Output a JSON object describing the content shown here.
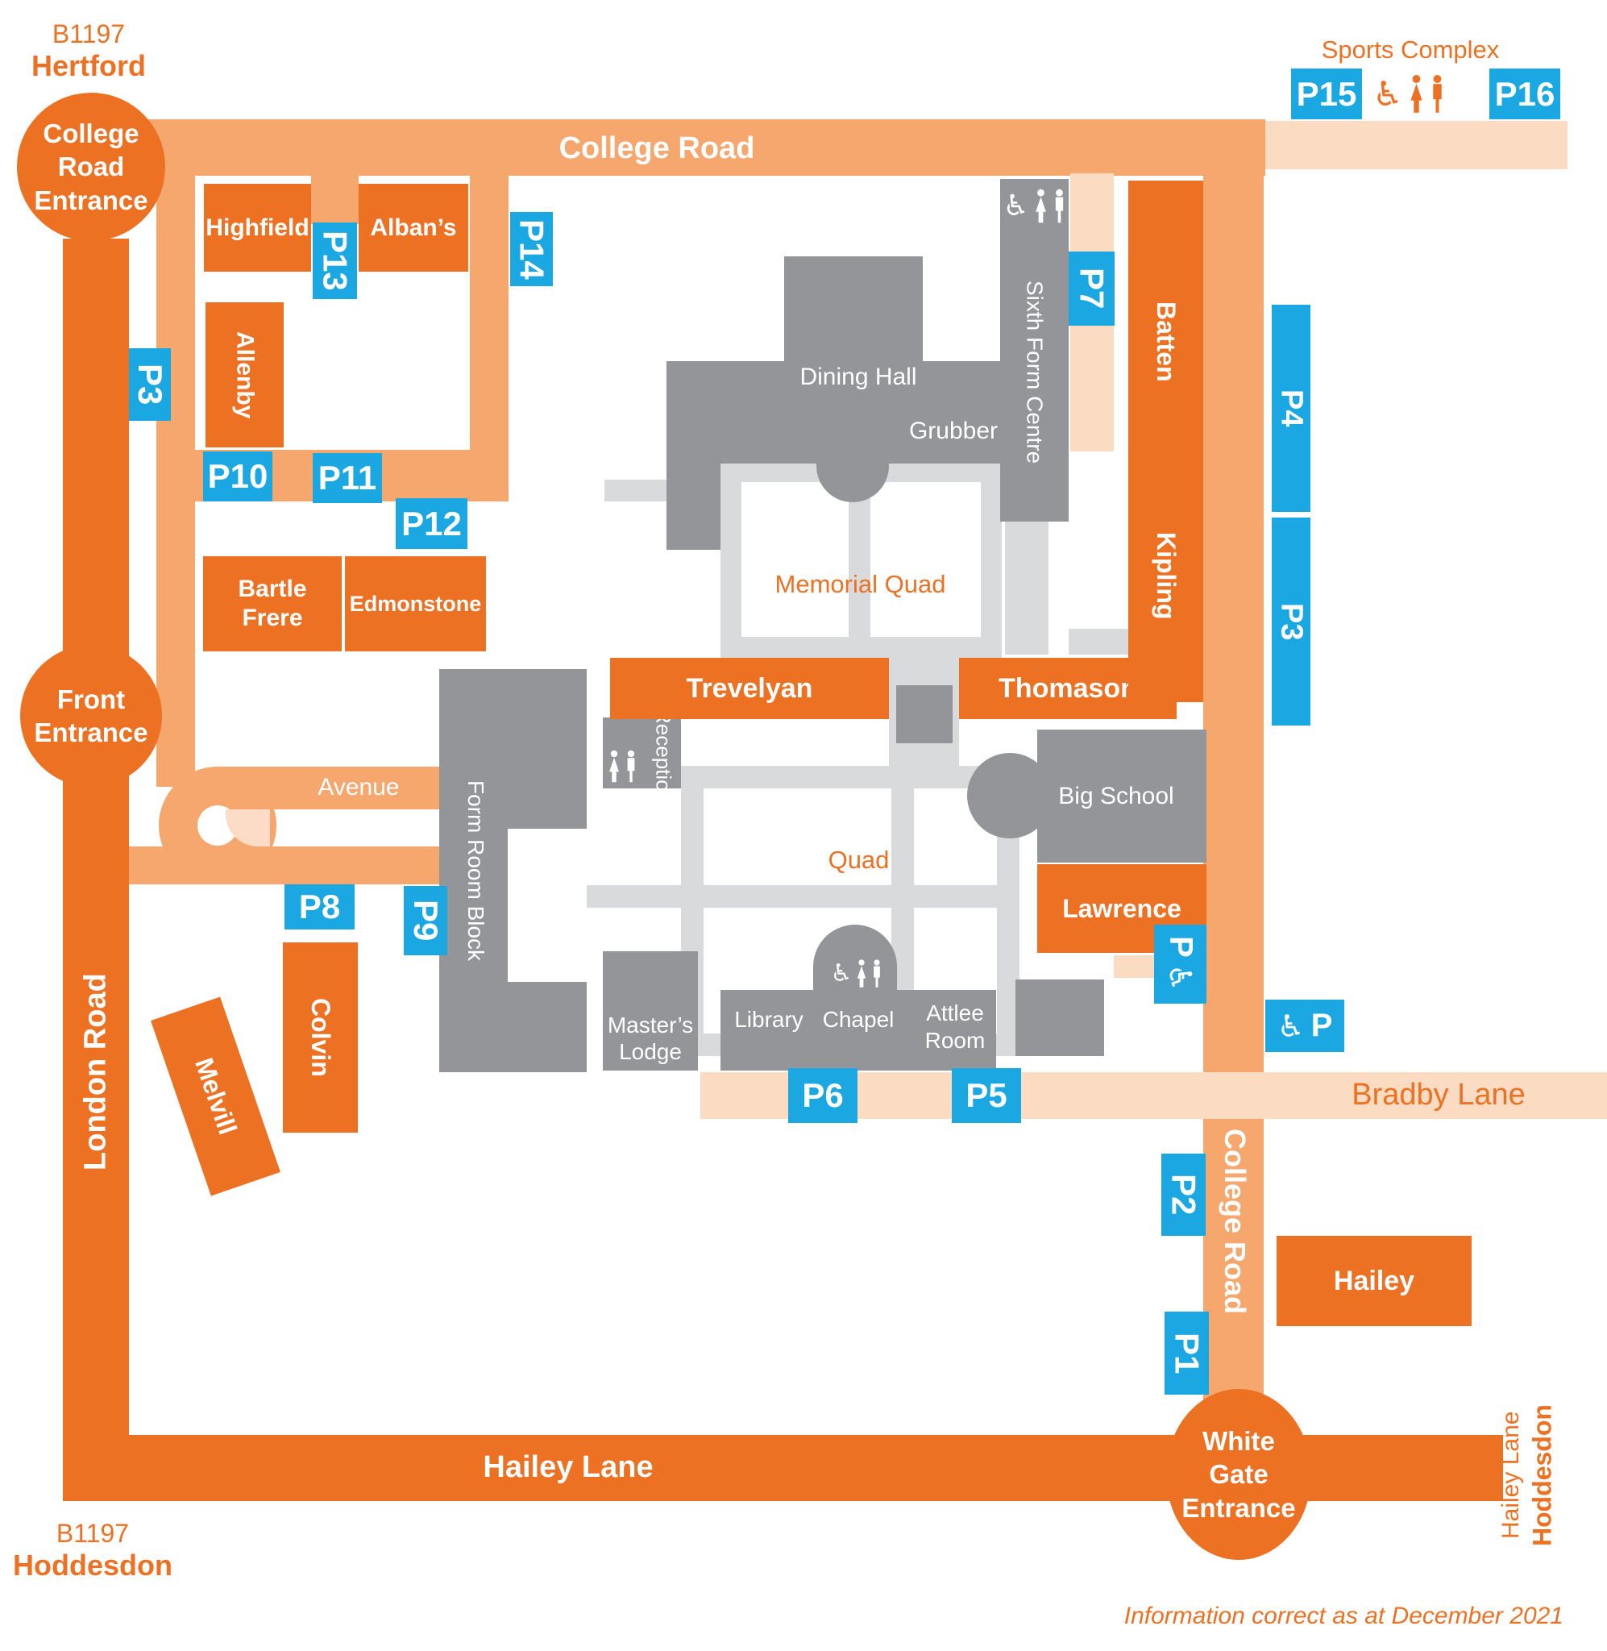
{
  "corners": {
    "top_left_route": "B1197",
    "top_left_town": "Hertford",
    "bottom_left_route": "B1197",
    "bottom_left_town": "Hoddesdon",
    "right_edge_lane": "Hailey Lane",
    "right_edge_town": "Hoddesdon"
  },
  "roads": {
    "college_road": "College Road",
    "london_road": "London Road",
    "hailey_lane": "Hailey Lane",
    "bradby_lane": "Bradby Lane",
    "avenue": "Avenue"
  },
  "entrances": {
    "college_road": {
      "l1": "College",
      "l2": "Road",
      "l3": "Entrance"
    },
    "front": {
      "l1": "Front",
      "l2": "Entrance"
    },
    "white_gate": {
      "l1": "White",
      "l2": "Gate",
      "l3": "Entrance"
    }
  },
  "areas": {
    "sports_complex": "Sports Complex",
    "memorial_quad": "Memorial Quad",
    "quad": "Quad"
  },
  "buildings": {
    "highfield": "Highfield",
    "albans": "Alban’s",
    "allenby": "Allenby",
    "bartle_frere": {
      "l1": "Bartle",
      "l2": "Frere"
    },
    "edmonstone": "Edmonstone",
    "trevelyan": "Trevelyan",
    "thomason": "Thomason",
    "batten": "Batten",
    "kipling": "Kipling",
    "lawrence": "Lawrence",
    "colvin": "Colvin",
    "melvill": "Melvill",
    "hailey": "Hailey"
  },
  "facilities": {
    "dining_hall": "Dining Hall",
    "grubber": "Grubber",
    "sixth_form_centre": "Sixth Form Centre",
    "big_school": "Big School",
    "form_room_block": "Form Room Block",
    "reception": "Reception",
    "masters_lodge": {
      "l1": "Master’s",
      "l2": "Lodge"
    },
    "library": "Library",
    "chapel": "Chapel",
    "attlee": {
      "l1": "Attlee",
      "l2": "Room"
    }
  },
  "parking": {
    "p1": "P1",
    "p2": "P2",
    "p3": "P3",
    "p4": "P4",
    "p5": "P5",
    "p6": "P6",
    "p7": "P7",
    "p8": "P8",
    "p9": "P9",
    "p10": "P10",
    "p11": "P11",
    "p12": "P12",
    "p13": "P13",
    "p14": "P14",
    "p15": "P15",
    "p16": "P16",
    "accessible": "P"
  },
  "note": "Information correct as at December 2021",
  "colors": {
    "orange": "#ec7123",
    "peach": "#f5a76e",
    "light_peach": "#fbdcc2",
    "pale_peach": "#fcdcc6",
    "parking_blue": "#1ba7e1",
    "building_gray": "#939598",
    "path_gray": "#d9dadb"
  }
}
